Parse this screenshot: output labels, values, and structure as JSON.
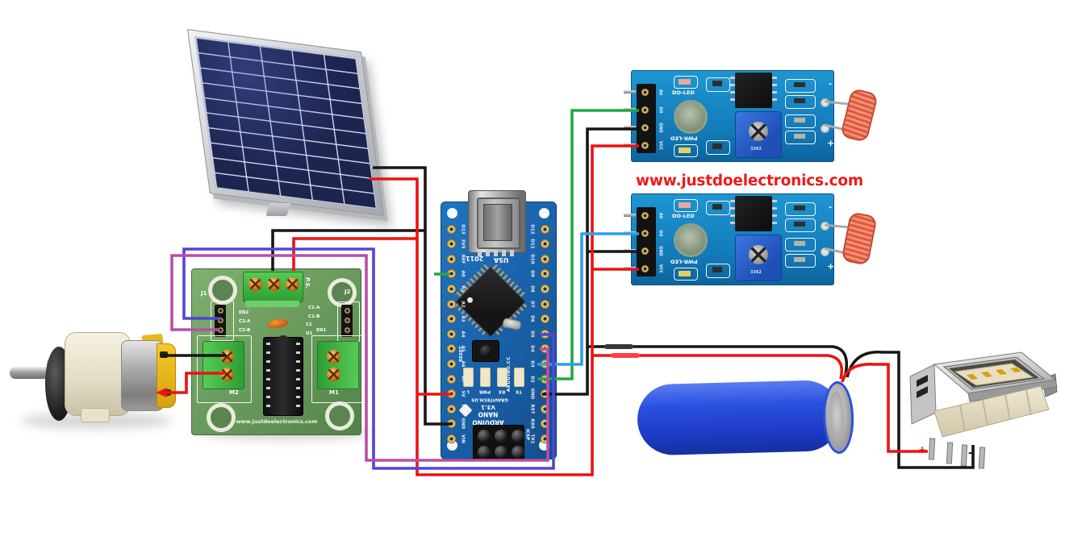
{
  "watermark": {
    "text": "www.justdoelectronics.com",
    "color": "#ee1a1a"
  },
  "wire_colors": {
    "red": "#ec1212",
    "black": "#161616",
    "green": "#22a844",
    "cyan": "#2da0e8",
    "indigo": "#4f46d6",
    "magenta": "#b84fa6",
    "tip_black": "#383838",
    "tip_red": "#ff4040"
  },
  "solar_panel": {
    "cols": 5,
    "rows": 10
  },
  "arduino": {
    "left_pins": [
      "D13",
      "3V3",
      "REF",
      "A0",
      "A1",
      "A2",
      "A3",
      "A4",
      "A5",
      "A6",
      "A7",
      "5V",
      "RST",
      "GND",
      "VIN"
    ],
    "right_pins": [
      "D12",
      "D11",
      "D10",
      "D9",
      "D8",
      "D7",
      "D6",
      "D5",
      "D4",
      "D3",
      "D2",
      "GND",
      "RST",
      "RX0",
      "TX1"
    ],
    "year": "2011",
    "country": "USA",
    "reset_label": "RESET",
    "icsp_label": "ICSP",
    "site": "ARDUINO.CC",
    "brand": "ARDUINO",
    "model": "NANO",
    "version": "V3.1",
    "vendor": "GRAVITECH.US",
    "led_labels": [
      "L",
      "PWR",
      "RX",
      "TX"
    ]
  },
  "sensor1": {
    "pins": [
      "A0",
      "D0",
      "GND",
      "VCC"
    ],
    "do_led": "DO-LED",
    "pwr_led": "PWR-LED",
    "pot": "3362",
    "neg": "-",
    "pos": "+"
  },
  "sensor2": {
    "pins": [
      "A0",
      "D0",
      "GND",
      "VCC"
    ],
    "do_led": "DO-LED",
    "pwr_led": "PWR-LED",
    "pot": "3362",
    "neg": "-",
    "pos": "+"
  },
  "driver": {
    "j1": "J1",
    "j2": "J2",
    "ps": "P.S.",
    "en2": "EN2",
    "c2a": "C2-A",
    "c2b": "C2-B",
    "c1a": "C1-A",
    "c1b": "C1-B",
    "en1": "EN1",
    "c1": "C1",
    "u1": "U1",
    "m2": "M2",
    "m1": "M1",
    "site": "www.justdoelectronics.com"
  },
  "usb": {
    "pos": "+",
    "neg": "-"
  }
}
